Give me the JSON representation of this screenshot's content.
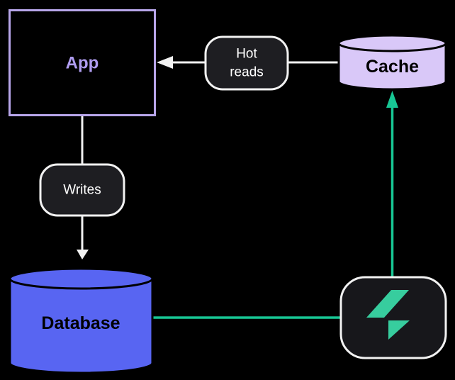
{
  "nodes": {
    "app": {
      "label": "App"
    },
    "cache": {
      "label": "Cache"
    },
    "database": {
      "label": "Database"
    },
    "sync_service": {
      "icon": "lightning-bolt-icon"
    }
  },
  "edges": {
    "hot_reads": {
      "label": "Hot reads",
      "lines": [
        "Hot",
        "reads"
      ],
      "from": "cache",
      "to": "app"
    },
    "writes": {
      "label": "Writes",
      "from": "app",
      "to": "database"
    },
    "database_to_sync": {
      "from": "database",
      "to": "sync_service"
    },
    "sync_to_cache": {
      "from": "sync_service",
      "to": "cache"
    }
  },
  "colors": {
    "background": "#000000",
    "purple_border": "#b8a6ea",
    "purple_text": "#b09df1",
    "lavender_fill": "#d9c8f8",
    "blue_fill": "#5865f2",
    "line_green": "#17c694",
    "logo_green": "#37cd9e",
    "pill_fill": "#1e1e22",
    "logo_box_fill": "#17171b",
    "line_white": "#f2f2f2",
    "outline_black": "#000000"
  }
}
